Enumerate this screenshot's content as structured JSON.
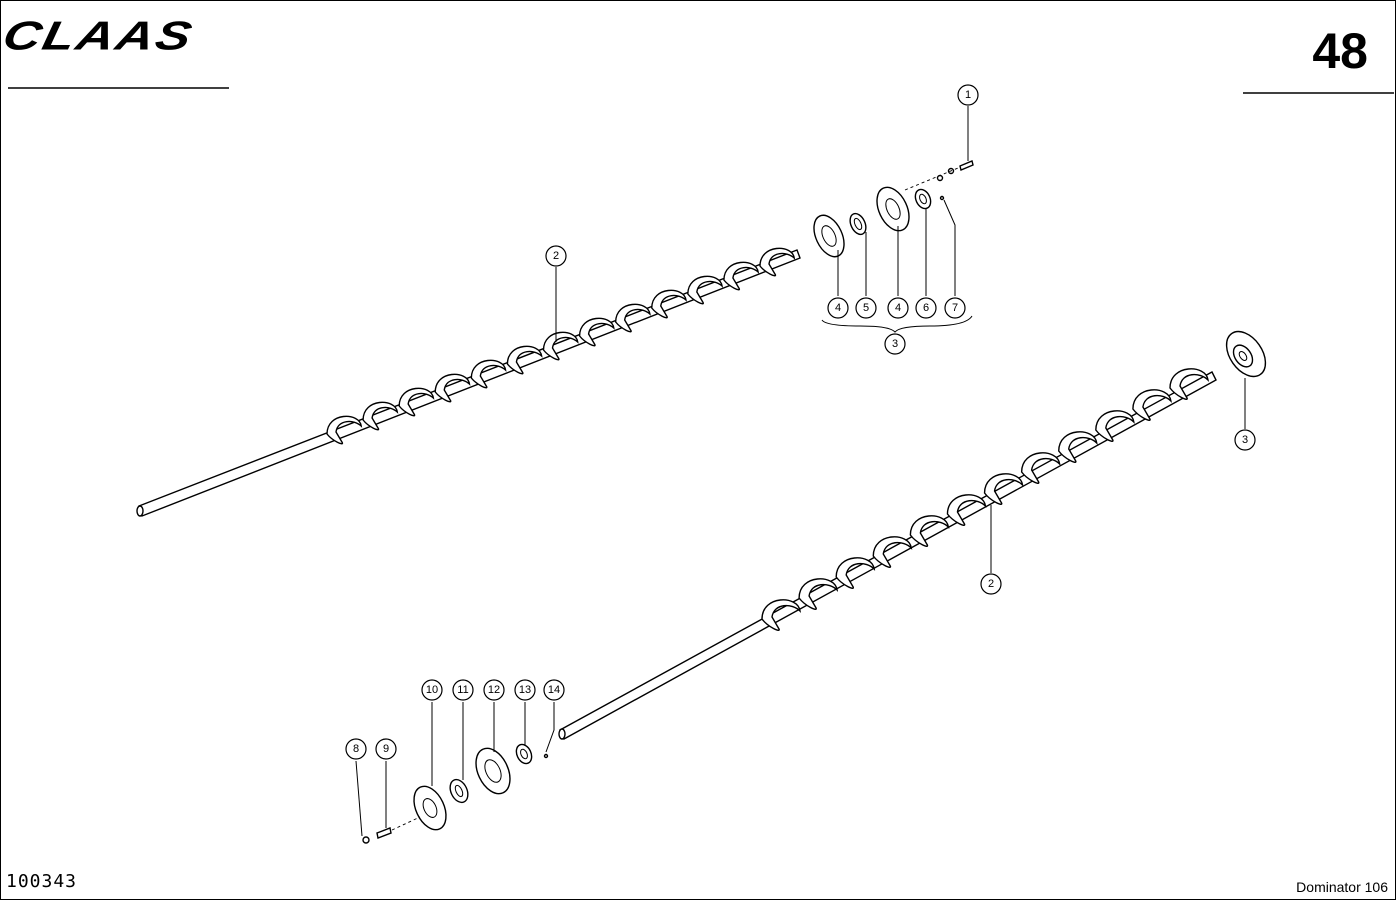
{
  "header": {
    "brand": "CLAAS",
    "page_number": "48"
  },
  "footer": {
    "drawing_number": "100343",
    "model": "Dominator 106"
  },
  "callouts": [
    "1",
    "2",
    "3",
    "4",
    "5",
    "6",
    "7",
    "8",
    "9",
    "10",
    "11",
    "12",
    "13",
    "14"
  ]
}
